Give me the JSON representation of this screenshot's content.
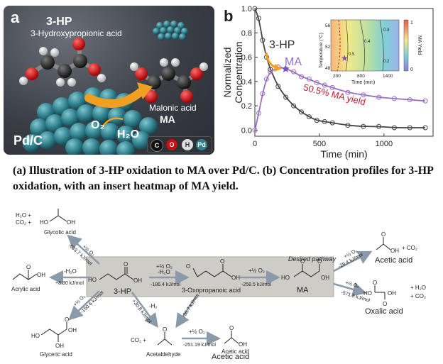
{
  "panel_a": {
    "letter": "a",
    "title": "3-HP",
    "subtitle": "3-Hydroxypropionic acid",
    "product_name": "Malonic acid",
    "product_abbr": "MA",
    "reactant_o2": "O₂",
    "product_h2o": "H₂O",
    "catalyst": "Pd/C",
    "legend": [
      "C",
      "O",
      "H",
      "Pd"
    ]
  },
  "panel_b": {
    "letter": "b",
    "label_3hp": "3-HP",
    "label_ma": "MA",
    "yield_label": "50.5% MA yield",
    "inset": {
      "xlabel": "Time (min)",
      "ylabel": "Temperature (°C)",
      "colorbar_label": "MA Yield",
      "x_ticks": [
        "200",
        "800",
        "1400"
      ],
      "y_ticks": [
        "48",
        "52",
        "56"
      ],
      "cb_ticks": [
        "1",
        "0"
      ],
      "contour_labels": [
        "0.2",
        "0.3",
        "0.4",
        "0.5"
      ]
    }
  },
  "chart_data": {
    "type": "line",
    "xlabel": "Time (min)",
    "ylabel": "Normalized Concentration",
    "xlim": [
      0,
      1380
    ],
    "ylim": [
      -0.05,
      1.0
    ],
    "x_ticks": [
      0,
      500,
      1000
    ],
    "y_ticks": [
      0.0,
      0.2,
      0.4,
      0.6,
      0.8,
      1.0
    ],
    "series": [
      {
        "name": "3-HP",
        "color": "#444444",
        "x": [
          0,
          30,
          60,
          90,
          120,
          180,
          240,
          300,
          360,
          420,
          480,
          540,
          600,
          720,
          840,
          960,
          1080,
          1200,
          1320
        ],
        "y": [
          1.0,
          0.92,
          0.74,
          0.6,
          0.5,
          0.36,
          0.27,
          0.2,
          0.15,
          0.11,
          0.08,
          0.07,
          0.06,
          0.04,
          0.03,
          0.03,
          0.02,
          0.02,
          0.02
        ]
      },
      {
        "name": "MA",
        "color": "#9b6fc4",
        "x": [
          0,
          30,
          60,
          90,
          120,
          180,
          240,
          300,
          360,
          420,
          480,
          540,
          600,
          720,
          840,
          960,
          1080,
          1200,
          1320
        ],
        "y": [
          0.0,
          0.14,
          0.3,
          0.42,
          0.48,
          0.52,
          0.505,
          0.48,
          0.44,
          0.42,
          0.39,
          0.37,
          0.35,
          0.31,
          0.29,
          0.27,
          0.26,
          0.25,
          0.24
        ]
      }
    ],
    "annotation": {
      "text": "50.5% MA yield",
      "x": 240,
      "y": 0.505
    }
  },
  "caption": "(a) Illustration of 3-HP oxidation to MA over Pd/C. (b) Concentration profiles for 3-HP oxidation, with an insert heatmap of MA yield.",
  "scheme": {
    "center": "3-HP",
    "desired_pathway": "Desired pathway",
    "oxo_name": "3-Oxopropanoic acid",
    "ma_name": "MA",
    "step1_label": "+½ O₂",
    "step1_h2o": "-H₂O",
    "step1_energy": "-186.4 kJ/mol",
    "step2_label": "+½ O₂",
    "step2_energy": "-258.5 kJ/mol",
    "glycolic": {
      "name": "Glycolic acid",
      "reagents": [
        "H₂O +",
        "CO₂ +"
      ],
      "o2": "+½ O₂",
      "energy": "-633.7 kJ/mol"
    },
    "acrylic": {
      "name": "Acrylic acid",
      "h2o": "-H₂O",
      "energy": "+8.30 kJ/mol"
    },
    "glyceric": {
      "name": "Glyceric acid",
      "o2": "+½ O₂",
      "energy": "-150.6 kJ/mol"
    },
    "acetaldehyde": {
      "name": "Acetaldehyde",
      "h2": "-H₂",
      "energy1": "+30.8 kJ/mol",
      "energy2": "-36.7 kJ/mol",
      "co2": "CO₂ +",
      "o2": "+½ O₂",
      "energy3": "-251.19 kJ/mol"
    },
    "acetic_bottom": "Acetic acid",
    "acetic_bottom_ghost": "Acetic acid",
    "acetic_right": {
      "name": "Acetic acid",
      "o2": "+½ O₂",
      "energy": "-29.4 kJ/mol",
      "co2": "+ CO₂"
    },
    "oxalic": {
      "name": "Oxalic acid",
      "o2": "+½ O₂",
      "energy": "-571.5 kJ/mol",
      "h2o": "+ H₂O",
      "co2": "+ CO₂"
    },
    "atom_labels": {
      "ho": "HO",
      "oh": "OH",
      "o": "O"
    }
  }
}
